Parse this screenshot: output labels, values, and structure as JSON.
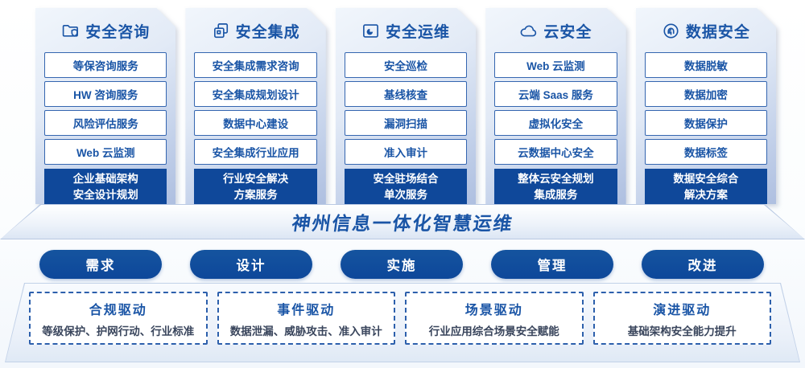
{
  "colors": {
    "primary_blue": "#1a55a6",
    "dark_blue": "#0f489a",
    "border_blue": "#3566b0",
    "panel_light": "#e9f0fa"
  },
  "columns": [
    {
      "icon": "folder-shield-icon",
      "title": "安全咨询",
      "items": [
        "等保咨询服务",
        "HW 咨询服务",
        "风险评估服务",
        "Web 云监测"
      ],
      "footer": "企业基础架构\n安全设计规划"
    },
    {
      "icon": "documents-icon",
      "title": "安全集成",
      "items": [
        "安全集成需求咨询",
        "安全集成规划设计",
        "数据中心建设",
        "安全集成行业应用"
      ],
      "footer": "行业安全解决\n方案服务"
    },
    {
      "icon": "folder-chart-icon",
      "title": "安全运维",
      "items": [
        "安全巡检",
        "基线核查",
        "漏洞扫描",
        "准入审计"
      ],
      "footer": "安全驻场结合\n单次服务"
    },
    {
      "icon": "cloud-icon",
      "title": "云安全",
      "items": [
        "Web 云监测",
        "云端 Saas 服务",
        "虚拟化安全",
        "云数据中心安全"
      ],
      "footer": "整体云安全规划\n集成服务"
    },
    {
      "icon": "fingerprint-icon",
      "title": "数据安全",
      "items": [
        "数据脱敏",
        "数据加密",
        "数据保护",
        "数据标签"
      ],
      "footer": "数据安全综合\n解决方案"
    }
  ],
  "banner": {
    "title": "神州信息一体化智慧运维"
  },
  "pills": [
    "需求",
    "设计",
    "实施",
    "管理",
    "改进"
  ],
  "drivers": [
    {
      "title": "合规驱动",
      "desc": "等级保护、护网行动、行业标准"
    },
    {
      "title": "事件驱动",
      "desc": "数据泄漏、威胁攻击、准入审计"
    },
    {
      "title": "场景驱动",
      "desc": "行业应用综合场景安全赋能"
    },
    {
      "title": "演进驱动",
      "desc": "基础架构安全能力提升"
    }
  ]
}
